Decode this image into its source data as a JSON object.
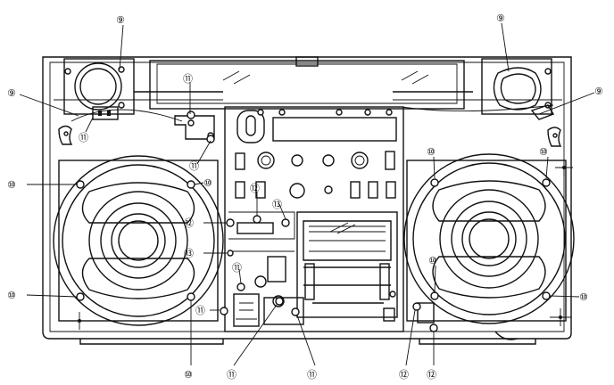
{
  "diagram": {
    "callouts": [
      {
        "id": "c1",
        "label": "⑨"
      },
      {
        "id": "c2",
        "label": "⑨"
      },
      {
        "id": "c3",
        "label": "⑨"
      },
      {
        "id": "c4",
        "label": "⑨"
      },
      {
        "id": "c5",
        "label": "⑪"
      },
      {
        "id": "c6",
        "label": "⑪"
      },
      {
        "id": "c7",
        "label": "⑪"
      },
      {
        "id": "c8",
        "label": "⑩"
      },
      {
        "id": "c9",
        "label": "⑩"
      },
      {
        "id": "c10",
        "label": "⑫"
      },
      {
        "id": "c11",
        "label": "⑫"
      },
      {
        "id": "c12",
        "label": "⑬"
      },
      {
        "id": "c13",
        "label": "⑬"
      },
      {
        "id": "c14",
        "label": "⑪"
      },
      {
        "id": "c15",
        "label": "⑪"
      },
      {
        "id": "c16",
        "label": "⑩"
      },
      {
        "id": "c17",
        "label": "⑩"
      },
      {
        "id": "c18",
        "label": "⑪"
      },
      {
        "id": "c19",
        "label": "⑪"
      },
      {
        "id": "c20",
        "label": "⑩"
      },
      {
        "id": "c21",
        "label": "⑩"
      },
      {
        "id": "c22",
        "label": "⑩"
      },
      {
        "id": "c23",
        "label": "⑩"
      },
      {
        "id": "c24",
        "label": "⑩"
      },
      {
        "id": "c25",
        "label": "⑫"
      },
      {
        "id": "c26",
        "label": "⑫"
      }
    ]
  }
}
